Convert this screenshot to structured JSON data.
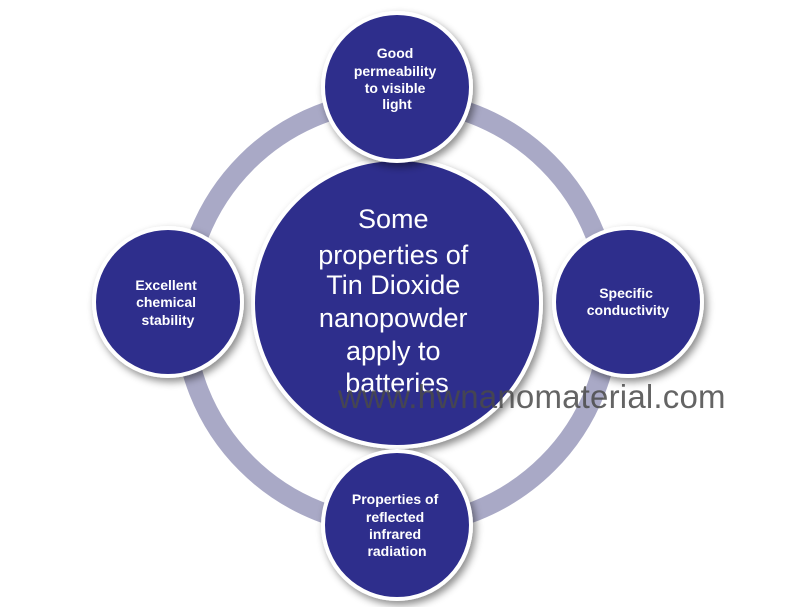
{
  "diagram": {
    "center": {
      "lines": [
        "Some",
        "properties of",
        "Tin Dioxide",
        "nanopowder",
        "apply to",
        "batteries"
      ]
    },
    "nodes": [
      {
        "id": "top",
        "lines": [
          "Good",
          "permeability",
          "to visible",
          "light"
        ]
      },
      {
        "id": "right",
        "lines": [
          "Specific",
          "conductivity"
        ]
      },
      {
        "id": "bottom",
        "lines": [
          "Properties of",
          "reflected",
          "infrared",
          "radiation"
        ]
      },
      {
        "id": "left",
        "lines": [
          "Excellent",
          "chemical",
          "stability"
        ]
      }
    ]
  },
  "watermark": "www.hwnanomaterial.com",
  "colors": {
    "node_fill": "#2e2e8c",
    "ring": "#a9a9c6",
    "outline": "#ffffff"
  }
}
